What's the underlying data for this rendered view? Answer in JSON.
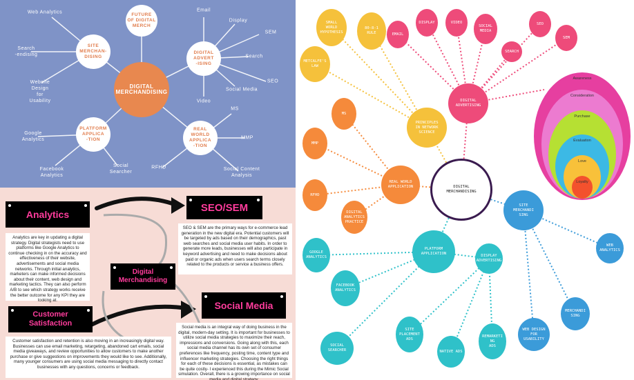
{
  "panel1": {
    "center": "DIGITAL\nMERCHANDISING",
    "hubs": {
      "future": "FUTURE\nOF DIGITAL\nMERCH",
      "site": "SITE\nMERCHAN-\nDISING",
      "advertising": "DIGITAL\nADVERT\n-ISING",
      "platform": "PLATFORM\nAPPLICA\n-TION",
      "realworld": "REAL\nWORLD\nAPPLICA\n-TION"
    },
    "leaves": {
      "web_analytics": "Web Analytics",
      "search_endising": "Search\n-endising",
      "website_design": "Website\nDesign\nfor\nUsability",
      "email": "Email",
      "display": "Display",
      "sem": "SEM",
      "search": "Search",
      "seo": "SEO",
      "social_media": "Social Media",
      "video": "Video",
      "google_analytics": "Google\nAnalytics",
      "facebook_analytics": "Facebook\nAnalytics",
      "social_searcher": "Social\nSearcher",
      "ms": "MS",
      "mmp": "MMP",
      "rfhd": "RFHD",
      "social_content": "Social Content\nAnalysis"
    }
  },
  "panel2": {
    "analytics": "Analytics",
    "seo_sem": "SEO/SEM",
    "digital_merch": "Digital\nMerchandising",
    "social_media": "Social Media",
    "customer": "Customer\nSatisfaction",
    "analytics_text": "Analytics are key in updating a digital strategy. Digital strategists need to use platforms like Google Analytics to continue checking in on the accuracy and effectiveness of their website, advertisements and social media networks. Through initial analytics, marketers can make informed decisions about their content, web design and marketing tactics. They can also perform A/B to see which strategy works receive the better outcome for any KPI they are looking at.",
    "seo_text": "SEO & SEM are the primary ways for e-commerce lead generation in the new digital era. Potential customers will be targeted by ads based on their demographics, past web searches and social media user habits. In order to generate more leads, businesses will also participate in keyword advertising and need to make decisions about paid or organic ads when users search terms closely related to the products or service a business offers.",
    "social_text": "Social media is an integral way of doing business in the digital, modern-day setting. It is important for businesses to utilize social media strategies to maximize their reach, impressions and conversions. Going along with this, each social media channel has its own set of consumer preferences like frequency, posting time, content type and influencer marketing strategies. Choosing the right things for each of these decisions is essential, as mistakes can be quite costly- I experienced this during the Mimic Social simulation. Overall, there is a growing importance on social media and digital strategy.",
    "customer_text": "Customer satisfaction and retention is also moving in an increasingly digital way. Businesses can use email marketing, retargeting, abandoned cart emails, social media giveaways, and review opportunities to allow customers to make another purchase or give suggestions on improvements they would like to see. Additionally, many younger consumers are using social media messaging to directly contact businesses with any questions, concerns or feedback."
  },
  "panel3": {
    "center": "DIGITAL\nMERCHANDISING",
    "yellow": [
      "SMALL\nWORLD\nHYPOTHESIS",
      "80-8-1\nRULE",
      "METCALFE'S\nLAW",
      "PRINCIPLES\nIN NETWORK\nSCIENCE"
    ],
    "pink": [
      "EMAIL",
      "DISPLAY",
      "VIDEO",
      "SOCIAL\nMEDIA",
      "SEO",
      "SEM",
      "SEARCH",
      "DIGITAL\nADVERTISING"
    ],
    "orange": [
      "MS",
      "MMP",
      "RFHD",
      "DIGITAL\nANALYTICS\nPRACTICE",
      "REAL WORLD\nAPPLICATION"
    ],
    "teal": [
      "GOOGLE\nANALYTICS",
      "FACEBOOK\nANALYTICS",
      "SOCIAL\nSEARCHER",
      "PLATFORM\nAPPLICATION",
      "DISPLAY\nADVERTISING",
      "SITE\nPLACEMENT\nADS",
      "NATIVE ADS",
      "REMARKETI\nNG\nADS"
    ],
    "blue": [
      "SITE\nMERCHANDI\nSING",
      "WEB\nANALYTICS",
      "MERCHANDI\nSING",
      "WEB DESIGN\nFOR\nUSABILITY"
    ],
    "funnel": [
      "Awareness",
      "Consideration",
      "Purchase",
      "Evaluation",
      "Love",
      "Loyalty"
    ]
  }
}
